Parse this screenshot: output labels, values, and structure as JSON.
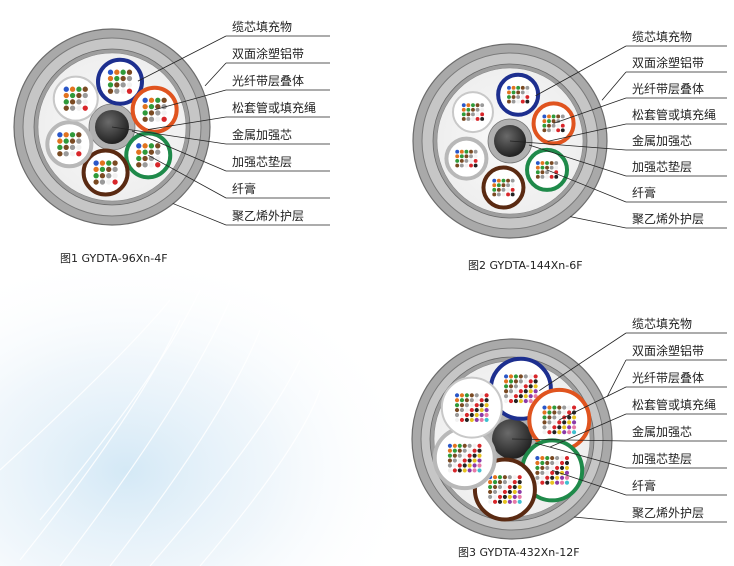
{
  "diagrams": [
    {
      "caption": "图1 GYDTA-96Xn-4F",
      "labels": [
        "缆芯填充物",
        "双面涂塑铝带",
        "光纤带层叠体",
        "松套管或填充绳",
        "金属加强芯",
        "加强芯垫层",
        "纤膏",
        "聚乙烯外护层"
      ]
    },
    {
      "caption": "图2 GYDTA-144Xn-6F",
      "labels": [
        "缆芯填充物",
        "双面涂塑铝带",
        "光纤带层叠体",
        "松套管或填充绳",
        "金属加强芯",
        "加强芯垫层",
        "纤膏",
        "聚乙烯外护层"
      ]
    },
    {
      "caption": "图3 GYDTA-432Xn-12F",
      "labels": [
        "缆芯填充物",
        "双面涂塑铝带",
        "光纤带层叠体",
        "松套管或填充绳",
        "金属加强芯",
        "加强芯垫层",
        "纤膏",
        "聚乙烯外护层"
      ]
    }
  ],
  "tube_colors": {
    "blue": "#1d2f8f",
    "orange": "#e0541f",
    "green": "#1f8a4a",
    "brown": "#5a2a12",
    "white": "#e8e8e8",
    "gray": "#b8b8b8"
  },
  "fiber_colors": [
    "#2a57c8",
    "#e2731f",
    "#2f9a3a",
    "#7a4a22",
    "#9a9a9a",
    "#f2f2f2",
    "#d8262a",
    "#222222",
    "#e6c21f",
    "#8a3aa8",
    "#e87aa6",
    "#3fc0d0"
  ]
}
